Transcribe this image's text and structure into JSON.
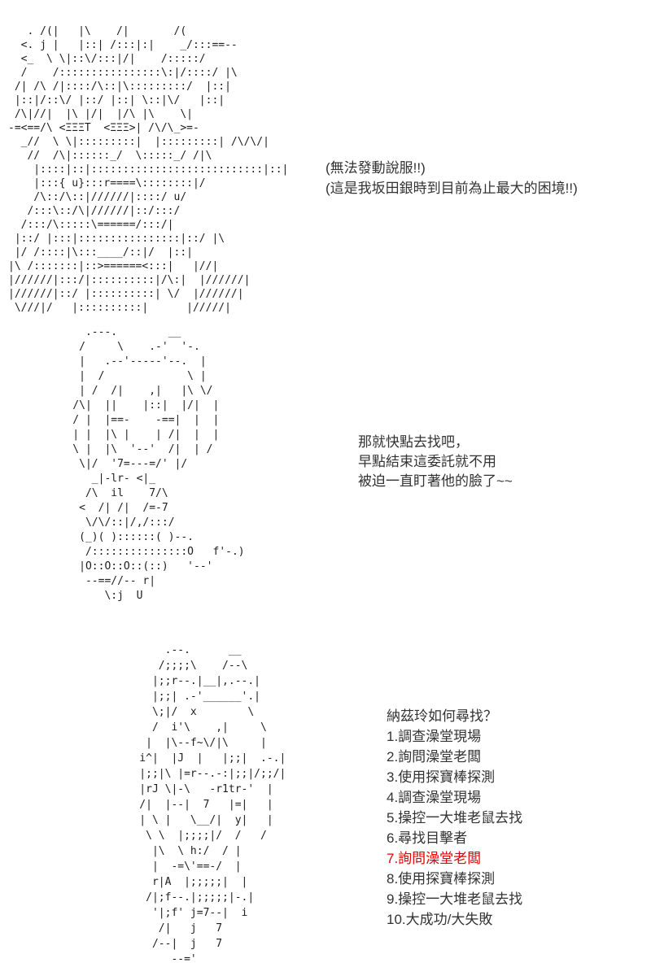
{
  "colors": {
    "background": "#ffffff",
    "text": "#333333",
    "art": "#1e1e1e",
    "highlight": "#e60000"
  },
  "panels": [
    {
      "name": "gintoki-ascii-art",
      "art": [
        "   . /(|   |\\    /|       /(",
        "  <. j |   |::| /:::|:|    _/:::==--",
        "  <_  \\ \\|::\\/:::|/|    /:::::/",
        "  /    /::::::::::::::::\\:|/::::/ |\\",
        " /| /\\ /|::::/\\::|\\:::::::::/  |::|",
        " |::|/::\\/ |::/ |::| \\::|\\/   |::|",
        " /\\|//|  |\\ |/|  |/\\ |\\    \\|",
        "-=<==/\\ <ΞΞΞT  <ΞΞΞ>| /\\/\\_>=-",
        "  _//  \\ \\|:::::::::|  |:::::::::| /\\/\\/|",
        "   //  /\\|::::::_/  \\:::::_/ /|\\",
        "    |::::|::|:::::::::::::::::::::::::::|::|",
        "    |:::{ u}:::r====\\::::::::|/",
        "    /\\::/\\::|//////|::::/ u/",
        "   /:::\\::/\\|//////|::/:::/",
        "  /:::/\\:::::\\======/:::/|",
        " |::/ |:::|::::::::::::::::|::/ |\\",
        " |/ /::::|\\:::____/::|/  |::|",
        "|\\ /:::::::|::>======<:::|   |//|",
        "|//////|:::/|::::::::::|/\\:|  |//////|",
        "|//////|::/ |::::::::::| \\/  |//////|",
        " \\///|/   |::::::::::|      |/////|"
      ],
      "lines": [
        "(無法發動說服!!)",
        "(這是我坂田銀時到目前為止最大的困境!!)"
      ]
    },
    {
      "name": "nazrin-sitting-ascii-art",
      "art": [
        "      .---.        __",
        "     /     \\    .-'  '-.",
        "     |   .--'-----'--.  |",
        "     |  /             \\ |",
        "     | /  /|    ,|   |\\ \\/",
        "    /\\|  ||    |::|  |/|  |",
        "    / |  |==-    -==|  |  |",
        "    | |  |\\ |    | /|  |  |",
        "    \\ |  |\\  '--'  /|  | /",
        "     \\|/  '7=---=/' |/",
        "       _|-lr- <|_",
        "      /\\  il    7/\\",
        "     <  /| /|  /=-7",
        "      \\/\\/::|/,/:::/",
        "     (_)( )::::::( )--.",
        "      /:::::::::::::::O   f'-.)",
        "     |O::O::O::(::)   '--'",
        "      --==//-- r|",
        "         \\:j  U"
      ],
      "lines": [
        "那就快點去找吧，",
        "早點結束這委託就不用",
        "被迫一直盯著他的臉了~~"
      ]
    },
    {
      "name": "nazrin-walking-ascii-art",
      "art": [
        "        .--.      __",
        "       /;;;;\\    /--\\",
        "      |;;r--.|__|,.--.|",
        "      |;;| .-'______'.|",
        "      \\;|/  x        \\",
        "      /  i'\\    ,|     \\",
        "     |  |\\--f~\\/|\\     |",
        "    i^|  |J  |   |;;|  .-.|",
        "    |;;|\\ |=r--.-:|;;|/;;/|",
        "    |rJ \\|-\\   -r1tr-'  |",
        "    /|  |--|  7   |=|   |",
        "    | \\ |   \\__/|  y|   |",
        "     \\ \\  |;;;;|/  /   /",
        "      |\\  \\ h:/  / |",
        "      |  -=\\'==-/  |",
        "      r|A  |;;;;;|  |",
        "     /|;f--.|;;;;;|-.|",
        "      '|;f' j=7--|  i",
        "       /|   j   7",
        "      /--|  j   7",
        "         --='"
      ]
    }
  ],
  "quest": {
    "title": "納茲玲如何尋找？",
    "options": [
      {
        "text": "1.調查澡堂現場",
        "highlight": false
      },
      {
        "text": "2.詢問澡堂老闆",
        "highlight": false
      },
      {
        "text": "3.使用探寶棒探測",
        "highlight": false
      },
      {
        "text": "4.調查澡堂現場",
        "highlight": false
      },
      {
        "text": "5.操控一大堆老鼠去找",
        "highlight": false
      },
      {
        "text": "6.尋找目擊者",
        "highlight": false
      },
      {
        "text": "7.詢問澡堂老闆",
        "highlight": true
      },
      {
        "text": "8.使用探寶棒探測",
        "highlight": false
      },
      {
        "text": "9.操控一大堆老鼠去找",
        "highlight": false
      },
      {
        "text": "10.大成功/大失敗",
        "highlight": false
      }
    ]
  }
}
